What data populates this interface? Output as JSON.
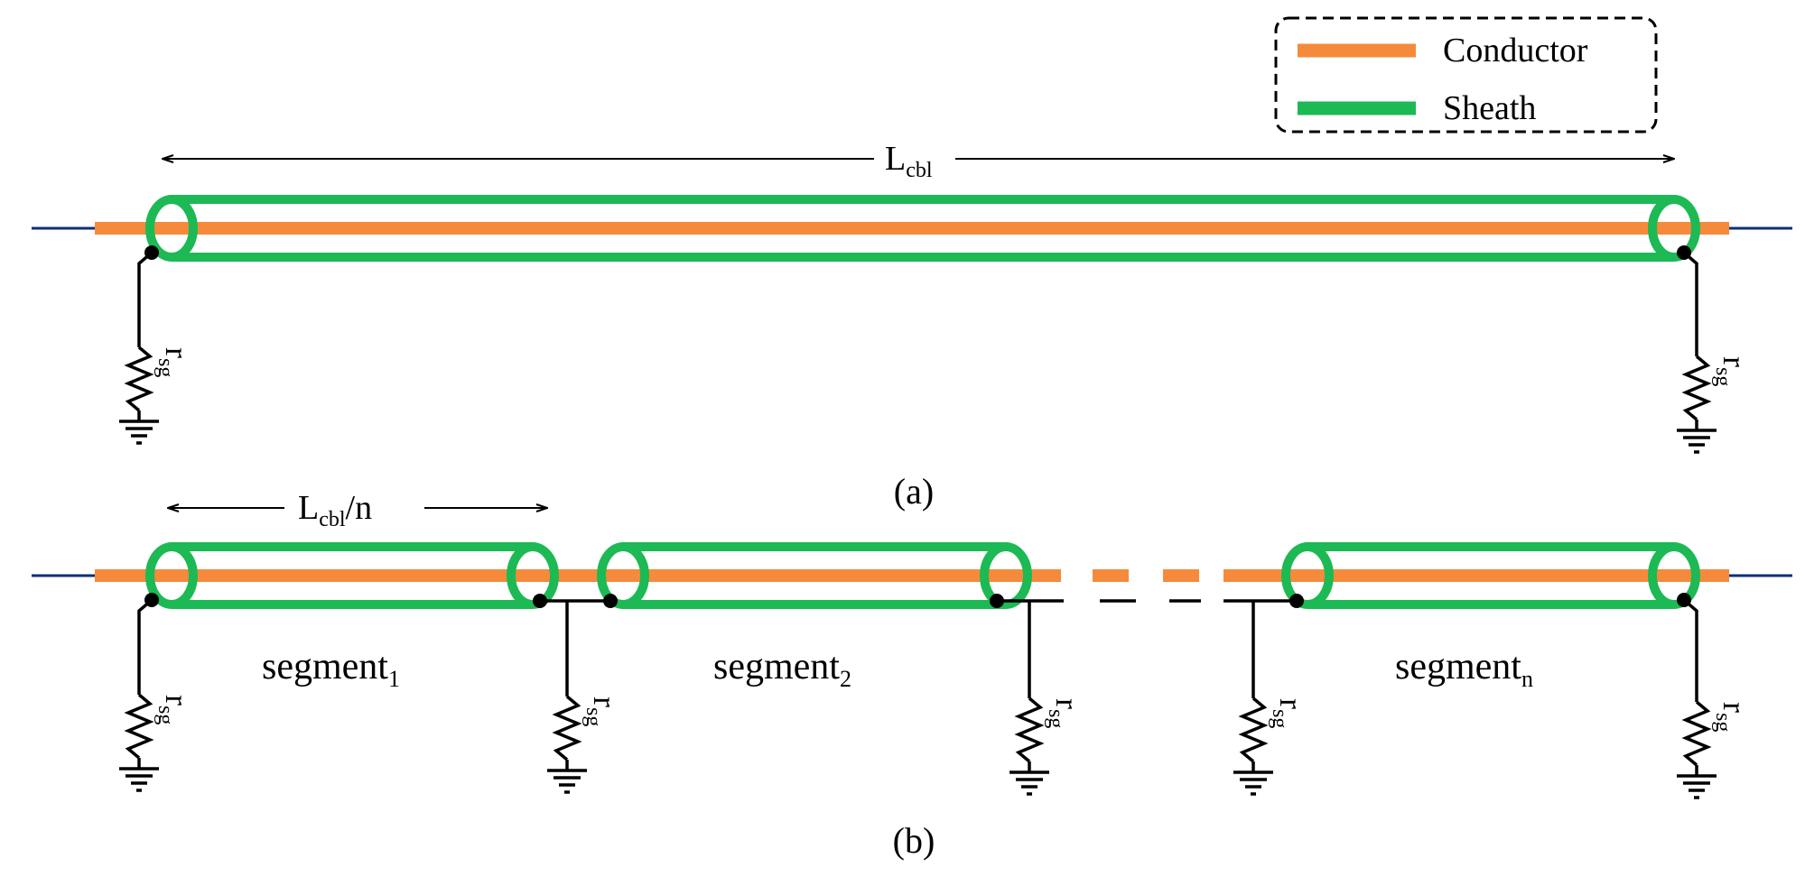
{
  "colors": {
    "conductor": "#F58A3C",
    "sheath": "#1DB954",
    "line": "#0F2F7A",
    "wire": "#000000"
  },
  "legend": {
    "conductor_label": "Conductor",
    "sheath_label": "Sheath"
  },
  "diagram_a": {
    "length_label_main": "L",
    "length_label_sub": "cbl",
    "resistor_label_main": "r",
    "resistor_label_sub": "sg",
    "caption": "(a)"
  },
  "diagram_b": {
    "length_label_main": "L",
    "length_label_sub": "cbl",
    "length_label_suffix": "/n",
    "segment_word": "segment",
    "segments": [
      {
        "sub": "1"
      },
      {
        "sub": "2"
      },
      {
        "sub": "n"
      }
    ],
    "resistor_label_main": "r",
    "resistor_label_sub": "sg",
    "caption": "(b)"
  },
  "icons": {
    "resistor": "resistor-icon",
    "ground": "ground-icon",
    "cable": "cable-icon"
  }
}
